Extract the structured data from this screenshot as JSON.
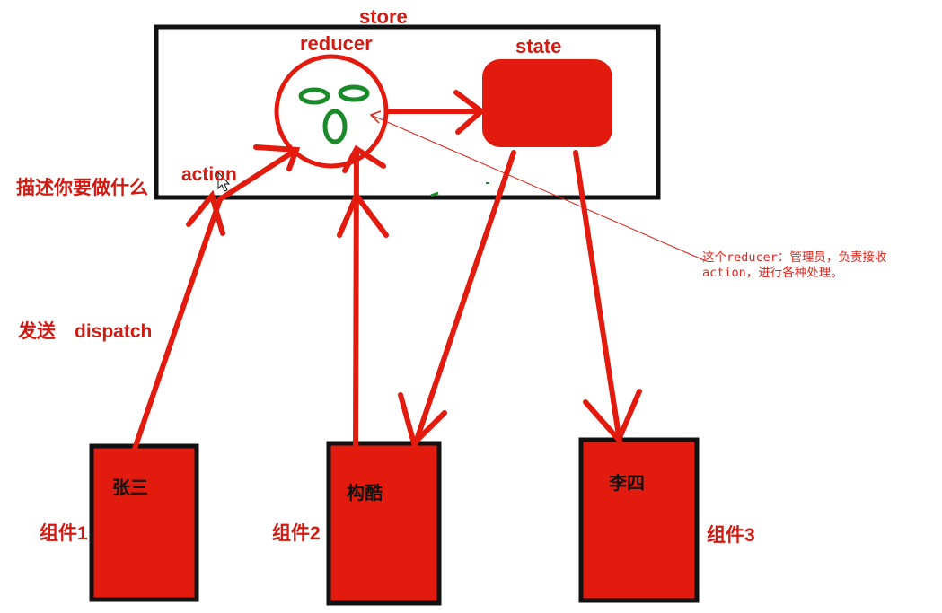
{
  "colors": {
    "accent_red": "#e31b0e",
    "outline_black": "#111111",
    "face_green": "#1a8a2a",
    "annotation_red": "#e0261c"
  },
  "icons": {
    "reducer_face": "face-icon",
    "cursor": "mouse-pointer-icon"
  },
  "store": {
    "label": "store"
  },
  "reducer": {
    "label": "reducer"
  },
  "state": {
    "label": "state"
  },
  "action": {
    "label": "action"
  },
  "describe": {
    "label": "描述你要做什么"
  },
  "send": {
    "label": "发送"
  },
  "dispatch": {
    "label": "dispatch"
  },
  "components": [
    {
      "label": "组件1",
      "name": "张三"
    },
    {
      "label": "组件2",
      "name": "构酷"
    },
    {
      "label": "组件3",
      "name": "李四"
    }
  ],
  "annotation": {
    "line1": "这个reducer：管理员，负责接收",
    "line2": "action，进行各种处理。"
  }
}
